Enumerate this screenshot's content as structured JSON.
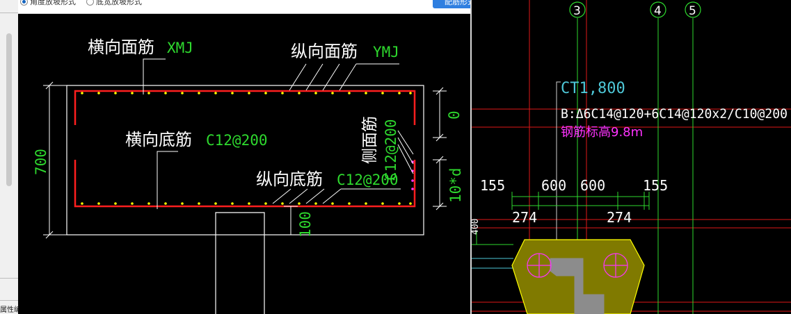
{
  "toolbar": {
    "option_1": "角度放坡形式",
    "option_2": "底宽放坡形式",
    "apply_label": "配筋形式"
  },
  "side_panel": {
    "label": "属性编"
  },
  "section": {
    "transverse_top_label": "横向面筋",
    "transverse_top_value": "XMJ",
    "longitudinal_top_label": "纵向面筋",
    "longitudinal_top_value": "YMJ",
    "transverse_bottom_label": "横向底筋",
    "transverse_bottom_value": "C12@200",
    "longitudinal_bottom_label": "纵向底筋",
    "longitudinal_bottom_value": "C12@200",
    "side_label": "侧面筋",
    "side_value": "C12@200",
    "dim_height": "700",
    "dim_top": "0",
    "dim_side": "10*d",
    "dim_bottom": "100"
  },
  "plan": {
    "axis_labels": [
      "3",
      "4",
      "5"
    ],
    "cap_name": "CT1,800",
    "cap_rebar": "B:Δ6C14@120+6C14@120x2/C10@200",
    "cap_note": "钢筋标高9.8m",
    "dims_top": [
      "155",
      "600",
      "600",
      "155"
    ],
    "dims_bottom": [
      "274",
      "274"
    ],
    "dim_side": "400"
  },
  "colors": {
    "green": "#2ed92e",
    "red": "#ff1e1e",
    "yellow": "#ffff00",
    "magenta": "#ff33ff",
    "cyan": "#4ec8d8",
    "olive": "#807a00"
  }
}
